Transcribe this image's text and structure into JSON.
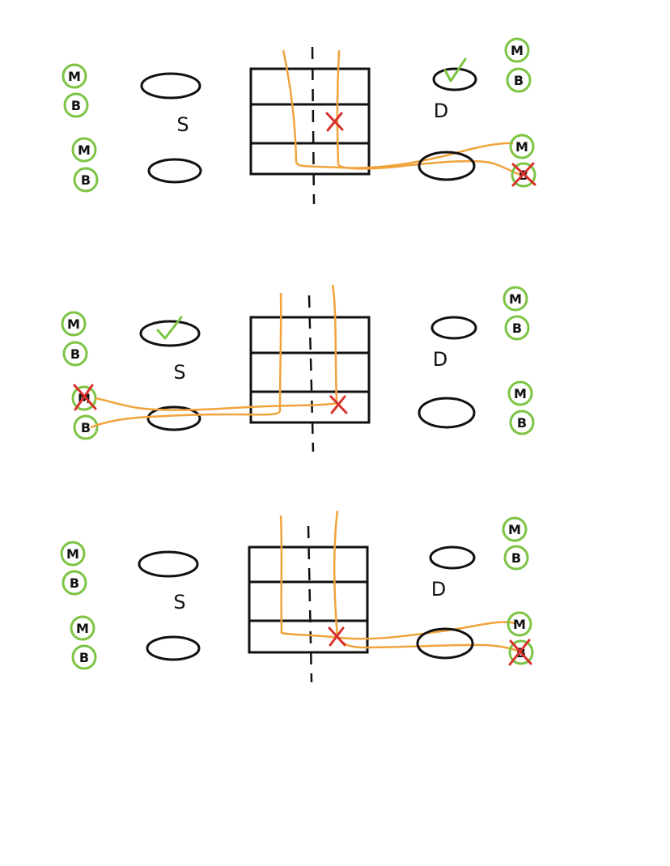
{
  "colors": {
    "ink": "#111111",
    "route": "#f0a33c",
    "badge_ring": "#7cc444",
    "check": "#7cc444",
    "cross": "#d8322c",
    "background": "#ffffff"
  },
  "icons": [
    "check-icon",
    "cross-icon"
  ],
  "panels": [
    {
      "labels": {
        "left": "S",
        "right": "D"
      },
      "badges": {
        "left_top": [
          "M",
          "B"
        ],
        "left_bottom": [
          "M",
          "B"
        ],
        "right_top": [
          "M",
          "B"
        ],
        "right_bottom": [
          "M",
          "B"
        ]
      },
      "checked_oval": "right-top",
      "crossed_badge": "right-bottom-B",
      "cell_mark_row": 2
    },
    {
      "labels": {
        "left": "S",
        "right": "D"
      },
      "badges": {
        "left_top": [
          "M",
          "B"
        ],
        "left_bottom": [
          "M",
          "B"
        ],
        "right_top": [
          "M",
          "B"
        ],
        "right_bottom": [
          "M",
          "B"
        ]
      },
      "checked_oval": "left-top",
      "crossed_badge": "left-bottom-M",
      "cell_mark_row": 3
    },
    {
      "labels": {
        "left": "S",
        "right": "D"
      },
      "badges": {
        "left_top": [
          "M",
          "B"
        ],
        "left_bottom": [
          "M",
          "B"
        ],
        "right_top": [
          "M",
          "B"
        ],
        "right_bottom": [
          "M",
          "B"
        ]
      },
      "checked_oval": null,
      "crossed_badge": "right-bottom-B",
      "cell_mark_row": 3
    }
  ]
}
